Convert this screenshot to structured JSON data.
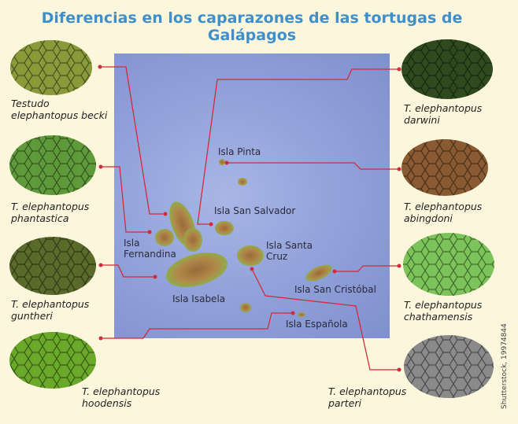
{
  "title": "Diferencias en los caparazones de las tortugas de Galápagos",
  "islands": {
    "pinta": "Isla Pinta",
    "san_salvador": "Isla San Salvador",
    "fernandina_1": "Isla",
    "fernandina_2": "Fernandina",
    "santa_cruz_1": "Isla Santa",
    "santa_cruz_2": "Cruz",
    "isabela": "Isla Isabela",
    "san_cristobal": "Isla San Cristóbal",
    "espanola": "Isla Española"
  },
  "species": [
    {
      "line1": "Testudo",
      "line2": "elephantopus becki",
      "color": "#8a9a3a"
    },
    {
      "line1": "T. elephantopus",
      "line2": "phantastica",
      "color": "#5f9a3a"
    },
    {
      "line1": "T. elephantopus",
      "line2": "guntheri",
      "color": "#5a6a2a"
    },
    {
      "line1": "T. elephantopus",
      "line2": "hoodensis",
      "color": "#6aa82a"
    },
    {
      "line1": "T. elephantopus",
      "line2": "darwini",
      "color": "#2f4a1e"
    },
    {
      "line1": "T. elephantopus",
      "line2": "abingdoni",
      "color": "#8a5a32"
    },
    {
      "line1": "T. elephantopus",
      "line2": "chathamensis",
      "color": "#7cc45a"
    },
    {
      "line1": "T. elephantopus",
      "line2": "parteri",
      "color": "#8a8a8a"
    }
  ],
  "credit": "Shutterstock, 19974844",
  "colors": {
    "title": "#3f8fcc",
    "leader": "#d42a3a",
    "background": "#fbf6dc"
  }
}
